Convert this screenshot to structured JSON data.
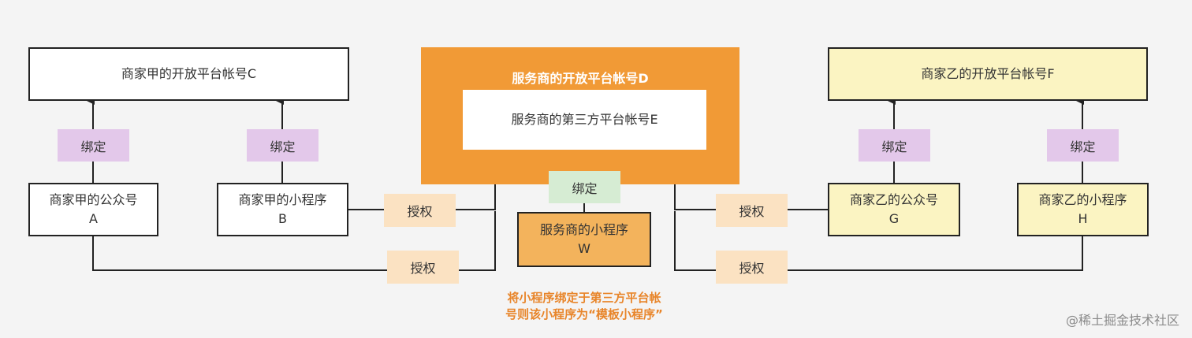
{
  "nodes": {
    "c": "商家甲的开放平台帐号C",
    "d": "服务商的开放平台帐号D",
    "e": "服务商的第三方平台帐号E",
    "f": "商家乙的开放平台帐号F",
    "a": {
      "line1": "商家甲的公众号",
      "line2": "A"
    },
    "b": {
      "line1": "商家甲的小程序",
      "line2": "B"
    },
    "w": {
      "line1": "服务商的小程序",
      "line2": "W"
    },
    "g": {
      "line1": "商家乙的公众号",
      "line2": "G"
    },
    "h": {
      "line1": "商家乙的小程序",
      "line2": "H"
    }
  },
  "labels": {
    "bind": "绑定",
    "authorize": "授权"
  },
  "note": {
    "line1": "将小程序绑定于第三方平台帐",
    "line2": "号则该小程序为“模板小程序”"
  },
  "watermark": "@稀土掘金技术社区",
  "colors": {
    "orange": "#f19a36",
    "note": "#e8852a",
    "purple": "#e3c8ea",
    "peach": "#fbe2c2",
    "green": "#d6ecd3",
    "yellow": "#fbf4c2"
  }
}
